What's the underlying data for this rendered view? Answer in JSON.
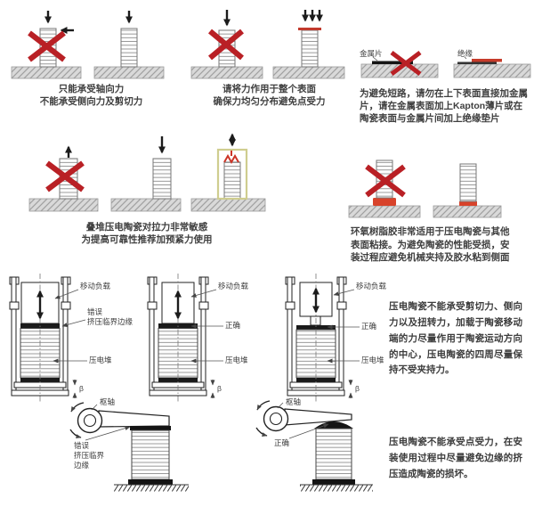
{
  "figure": {
    "panel_axial": {
      "caption": "只能承受轴向力\n不能承受侧向力及剪切力"
    },
    "panel_surface": {
      "caption": "请将力作用于整个表面\n确保力均匀分布避免点受力"
    },
    "panel_short_circuit": {
      "caption": "为避免短路，请勿在上下表面直接加金属片，请在金属表面加上Kapton薄片或在陶瓷表面与金属片间加上绝缘垫片",
      "label_metal": "金属片",
      "label_insulation": "绝缘"
    },
    "panel_tension": {
      "caption": "叠堆压电陶瓷对拉力非常敏感\n为提高可靠性推荐加预紧力使用"
    },
    "panel_epoxy": {
      "caption": "环氧树脂胶非常适用于压电陶瓷与其他表面粘接。为避免陶瓷的性能受损，安装过程应避免机械夹持及胶水粘到侧面"
    },
    "frames": {
      "label_moving_load": "移动负载",
      "label_wrong_edge": "错误\n挤压临界边缘",
      "label_correct": "正确",
      "label_piezo_stack": "压电堆",
      "label_beta": "β",
      "note": "压电陶瓷不能承受剪切力、侧向力以及扭转力，加载于陶瓷移动端的力尽量作用于陶瓷运动方向的中心，压电陶瓷的四周尽量保持不受夹持力。"
    },
    "pivots": {
      "label_pivot": "枢轴",
      "label_wrong_edge": "错误\n挤压临界\n边缘",
      "label_correct": "正确",
      "note": "压电陶瓷不能承受点受力，在安装使用过程中尽量避免边缘的挤压造成陶瓷的损坏。"
    },
    "colors": {
      "error_red": "#b92025",
      "accent_red": "#d0462c",
      "preload_frame_olive": "#cfcd8f"
    }
  }
}
